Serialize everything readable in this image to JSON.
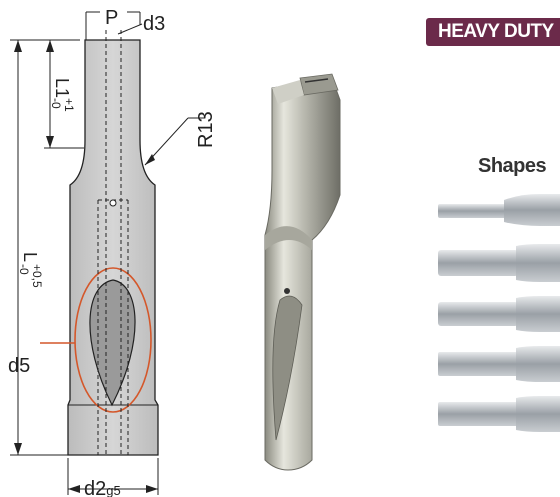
{
  "badge": {
    "text": "HEAVY DUTY",
    "color": "#6b2a4a"
  },
  "shapes_heading": "Shapes",
  "drawing": {
    "label_P": "P",
    "label_d3": "d3",
    "label_R13": "R13",
    "label_d5": "d5",
    "label_d2": "d2",
    "label_d2_tol": "g5",
    "label_L1": "L1",
    "label_L1_plus": "+1",
    "label_L1_minus": "-0",
    "label_L": "L",
    "label_L_plus": "+0,5",
    "label_L_minus": "-0"
  },
  "colors": {
    "accent_outline": "#d4572a",
    "metal_light": "#c8c8c8",
    "metal_dark": "#7a7a7a"
  },
  "shapes": [
    {
      "name": "shape-round"
    },
    {
      "name": "shape-flat-1"
    },
    {
      "name": "shape-flat-2"
    },
    {
      "name": "shape-flat-3"
    },
    {
      "name": "shape-flat-4"
    }
  ]
}
